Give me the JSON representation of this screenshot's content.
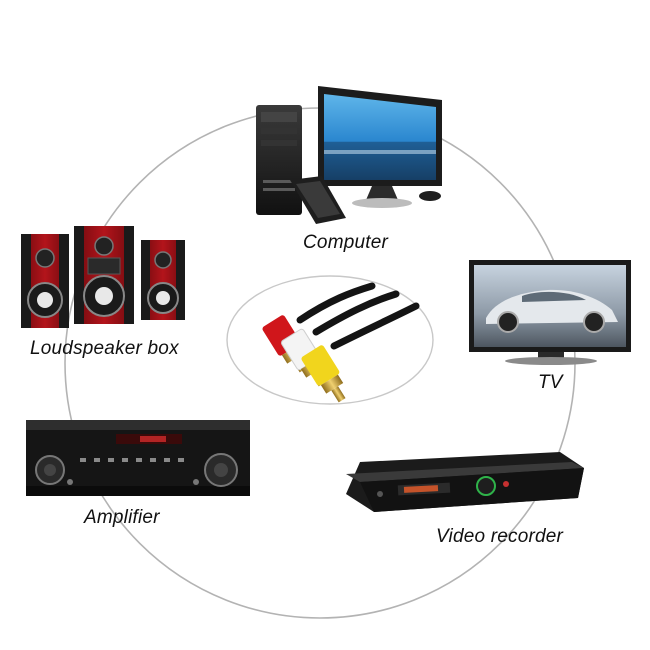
{
  "devices": {
    "computer": {
      "label": "Computer",
      "icon": "computer-icon"
    },
    "loudspeaker": {
      "label": "Loudspeaker box",
      "icon": "loudspeaker-icon"
    },
    "tv": {
      "label": "TV",
      "icon": "tv-icon"
    },
    "amplifier": {
      "label": "Amplifier",
      "icon": "amplifier-icon"
    },
    "video_recorder": {
      "label": "Video recorder",
      "icon": "video-recorder-icon"
    }
  },
  "center": {
    "icon": "rca-cable-icon"
  },
  "colors": {
    "ring": "#b0b0b0",
    "plug_red": "#d0161b",
    "plug_white": "#f2f2f2",
    "plug_yellow": "#f1d51d",
    "gold": "#c8a23a",
    "device_black": "#1b1b1b",
    "speaker_red": "#9c1016",
    "screen_blue": "#2f8fd6"
  }
}
